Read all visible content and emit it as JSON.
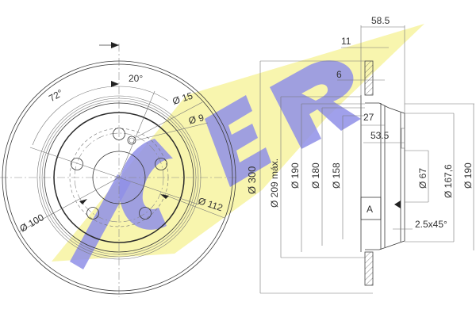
{
  "drawing": {
    "title": "Brake disc technical drawing",
    "watermark": {
      "text": "ICER",
      "letter_color": "#8f8fe8",
      "band_color": "#f7f3a0"
    },
    "front_view": {
      "angle_top": "20°",
      "angle_left": "72°",
      "hole_large": "Ø 15",
      "hole_small": "Ø 9",
      "bolt_circle": "Ø 100",
      "pcd_outer": "Ø 112"
    },
    "section_view": {
      "overall_height": "58.5",
      "disc_thickness": "11",
      "min_thickness": "6",
      "hub_depth": "27",
      "hat_height": "53.5",
      "datum": "A",
      "chamfer": "2.5x45°",
      "diameters_left": [
        "Ø 300",
        "Ø 209 máx.",
        "Ø 190",
        "Ø 180",
        "Ø 158"
      ],
      "diameters_right": [
        "Ø 67",
        "Ø 167,6",
        "Ø 190"
      ]
    }
  }
}
